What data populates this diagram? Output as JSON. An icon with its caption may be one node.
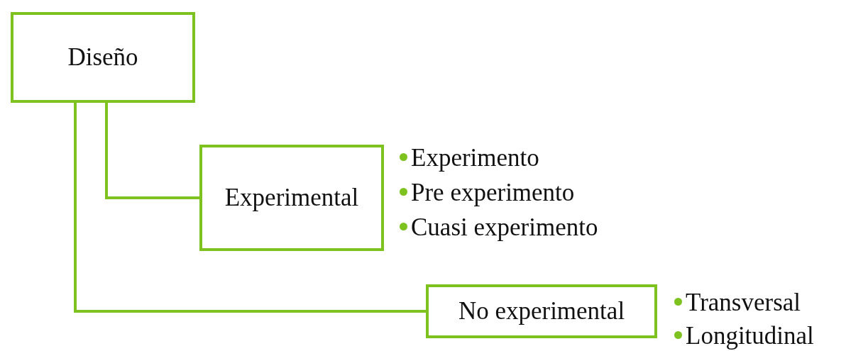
{
  "diagram": {
    "nodes": [
      {
        "text": [
          "Diseño"
        ]
      },
      {
        "text": [
          "Experimental"
        ],
        "beside": [
          "Experimento",
          "Pre experimento",
          "Cuasi experimento"
        ]
      },
      {
        "text": [
          "No experimental"
        ],
        "beside": [
          "Transversal",
          "Longitudinal"
        ]
      }
    ],
    "edges": [
      {
        "from": 0,
        "to": 1,
        "arrow": "none"
      },
      {
        "from": 0,
        "to": 2,
        "arrow": "none"
      }
    ]
  }
}
